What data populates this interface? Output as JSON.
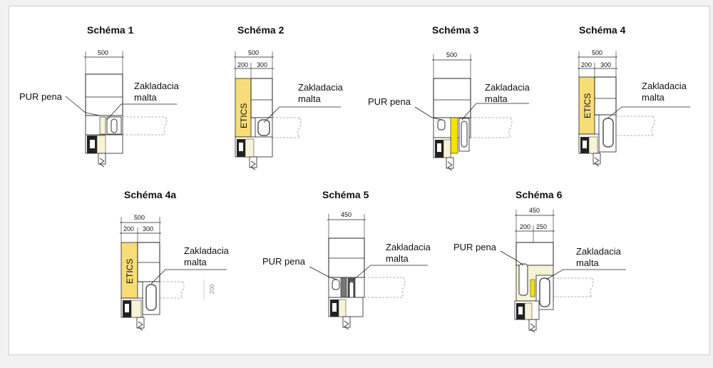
{
  "schemes": [
    {
      "title": "Schéma 1",
      "dims": [
        "500"
      ],
      "labels": [
        "PUR pena",
        "Zakladacia",
        "malta"
      ]
    },
    {
      "title": "Schéma 2",
      "dims": [
        "500",
        "200",
        "300"
      ],
      "etics": "ETICS",
      "labels": [
        "Zakladacia",
        "malta"
      ]
    },
    {
      "title": "Schéma 3",
      "dims": [
        "500"
      ],
      "labels": [
        "PUR pena",
        "Zakladacia",
        "malta"
      ]
    },
    {
      "title": "Schéma 4",
      "dims": [
        "500",
        "200",
        "300"
      ],
      "etics": "ETICS",
      "labels": [
        "Zakladacia",
        "malta"
      ]
    },
    {
      "title": "Schéma 4a",
      "dims": [
        "500",
        "200",
        "300"
      ],
      "etics": "ETICS",
      "labels": [
        "Zakladacia",
        "malta"
      ],
      "vdim": "200"
    },
    {
      "title": "Schéma 5",
      "dims": [
        "450"
      ],
      "labels": [
        "PUR pena",
        "Zakladacia",
        "malta"
      ]
    },
    {
      "title": "Schéma 6",
      "dims": [
        "450",
        "200",
        "250"
      ],
      "labels": [
        "PUR pena",
        "Zakladacia",
        "malta"
      ]
    }
  ],
  "colors": {
    "etics": "#f7dc78",
    "yellow": "#f6e400",
    "foam": "#f7f3d6",
    "wall": "#ffffff",
    "line": "#222222"
  }
}
